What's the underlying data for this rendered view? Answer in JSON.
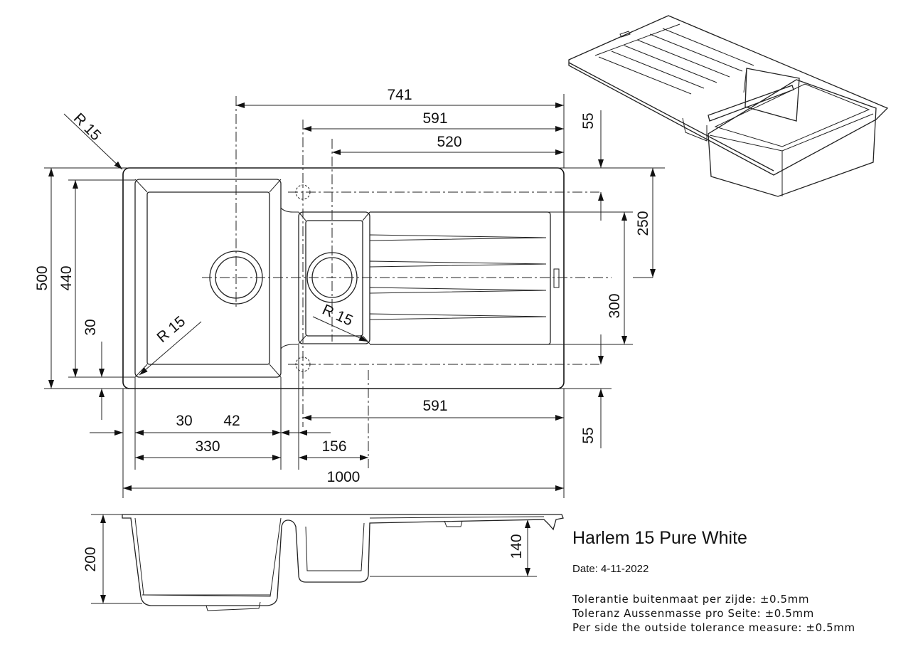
{
  "product": {
    "title": "Harlem 15 Pure White",
    "date": "Date: 4-11-2022"
  },
  "tolerances": [
    "Tolerantie buitenmaat per zijde: ±0.5mm",
    "Toleranz Aussenmasse pro Seite: ±0.5mm",
    "Per side the outside tolerance measure: ±0.5mm"
  ],
  "dimensions": {
    "top_741": "741",
    "top_591": "591",
    "top_520": "520",
    "right_55_top": "55",
    "right_250": "250",
    "right_300": "300",
    "right_55_bottom": "55",
    "left_500": "500",
    "left_440": "440",
    "left_30": "30",
    "bottom_30": "30",
    "bottom_42": "42",
    "bottom_330": "330",
    "bottom_156": "156",
    "bottom_591": "591",
    "bottom_1000": "1000",
    "side_200": "200",
    "side_140": "140",
    "radius_corner": "R 15",
    "radius_bowl_left": "R 15",
    "radius_bowl_right": "R 15"
  }
}
